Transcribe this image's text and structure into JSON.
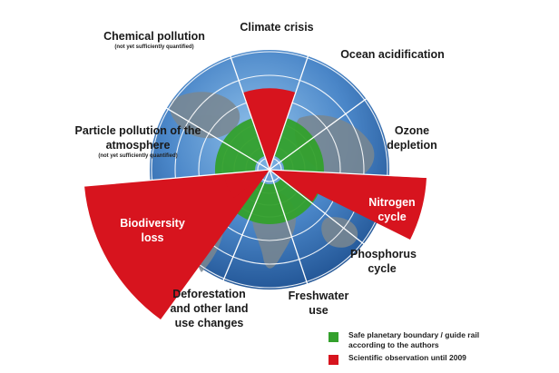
{
  "labels": {
    "climate": "Climate crisis",
    "ocean": "Ocean acidification",
    "ozone": "Ozone depletion",
    "nitrogen": "Nitrogen cycle",
    "phosphorus": "Phosphorus cycle",
    "freshwater": "Freshwater use",
    "land": "Deforestation and other land use changes",
    "biodiversity": "Biodiversity loss",
    "aerosol": "Particle pollution of the atmosphere",
    "aerosol_note": "(not yet sufficiently quantified)",
    "chemical": "Chemical pollution",
    "chemical_note": "(not yet sufficiently quantified)"
  },
  "legend": {
    "safe": "Safe planetary boundary / guide rail according to the authors",
    "observed": "Scientific observation until 2009"
  },
  "colors": {
    "safe": "#33a02c",
    "observed": "#d7141e",
    "globe": "#4a86c8",
    "land": "#6f7b83"
  },
  "sectors": [
    {
      "key": "climate",
      "status": "exceeded"
    },
    {
      "key": "ocean",
      "status": "within"
    },
    {
      "key": "ozone",
      "status": "within"
    },
    {
      "key": "nitrogen",
      "status": "exceeded"
    },
    {
      "key": "phosphorus",
      "status": "exceeded"
    },
    {
      "key": "freshwater",
      "status": "within"
    },
    {
      "key": "land",
      "status": "within"
    },
    {
      "key": "biodiversity",
      "status": "exceeded"
    },
    {
      "key": "aerosol",
      "status": "not_quantified"
    },
    {
      "key": "chemical",
      "status": "not_quantified"
    }
  ]
}
